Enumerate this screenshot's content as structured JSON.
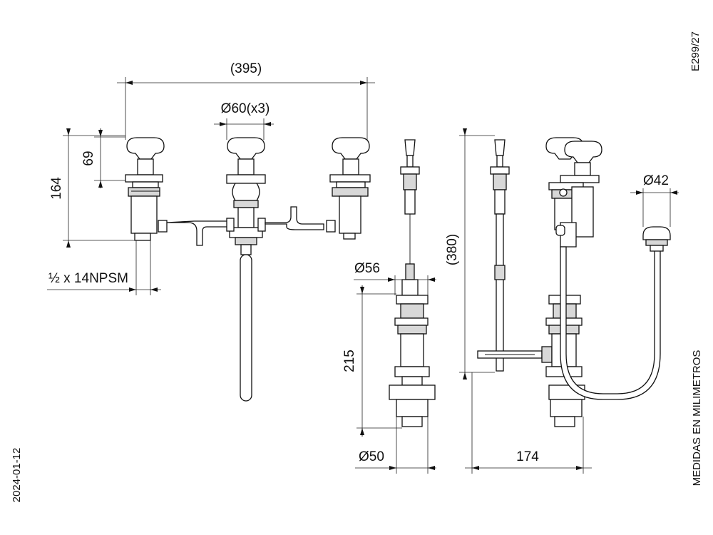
{
  "sheet": {
    "code": "E299/27",
    "date": "2024-01-12",
    "units_note": "MEDIDAS EN MILIMETROS"
  },
  "dimensions": {
    "total_width": "(395)",
    "handle_diameter": "Ø60(x3)",
    "total_height_left": "164",
    "handle_height": "69",
    "thread": "½ x 14NPSM",
    "body_diameter": "Ø56",
    "body_height": "215",
    "base_diameter": "Ø50",
    "total_height_side": "(380)",
    "depth": "174",
    "drain_knob_diameter": "Ø42"
  }
}
